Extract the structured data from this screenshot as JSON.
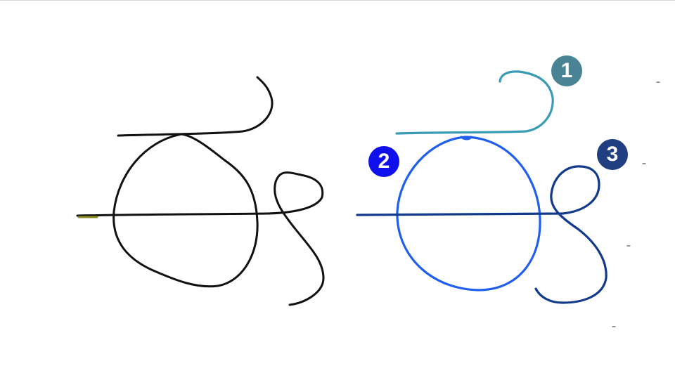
{
  "figure": {
    "left_panel": {
      "stroke_color": "#111111"
    },
    "right_panel": {
      "strokes": [
        {
          "id": 1,
          "color": "#3a9bb5"
        },
        {
          "id": 2,
          "color": "#1f5ef0"
        },
        {
          "id": 3,
          "color": "#123a8c"
        }
      ]
    },
    "badges": [
      {
        "label": "1",
        "color": "#4a8494"
      },
      {
        "label": "2",
        "color": "#1010ee"
      },
      {
        "label": "3",
        "color": "#1f3f80"
      }
    ]
  }
}
